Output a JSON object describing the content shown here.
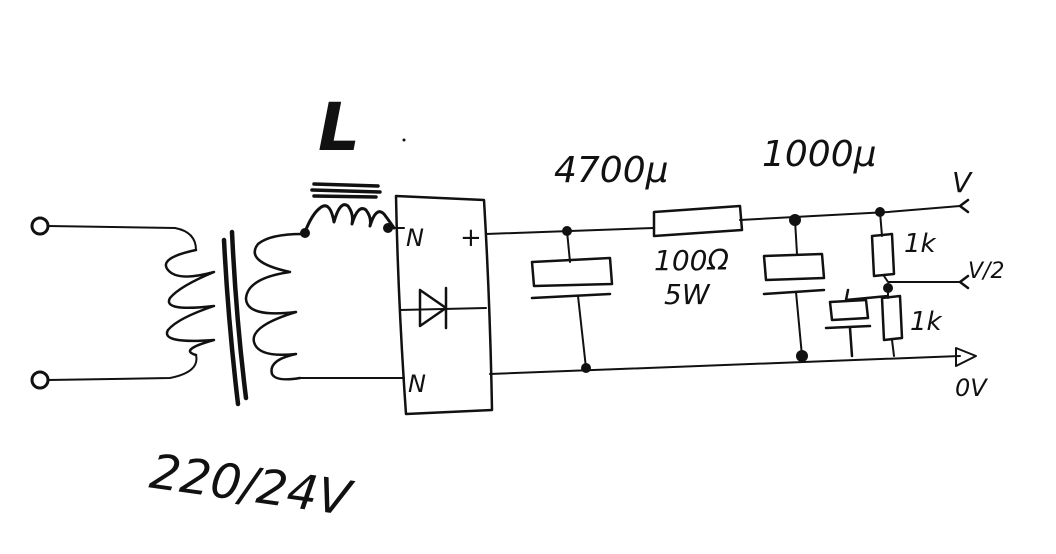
{
  "diagram": {
    "labels": {
      "inductor": "L",
      "transformer_ratio": "220/24V",
      "bridge_ac_top": "N",
      "bridge_ac_bottom": "N",
      "bridge_plus": "+",
      "cap1_value": "4700μ",
      "resistor_value": "100Ω",
      "resistor_power": "5W",
      "cap2_value": "1000μ",
      "divider_top": "1k",
      "divider_bottom": "1k",
      "out_v": "V",
      "out_mid": "V/2",
      "out_0v": "0V"
    }
  }
}
